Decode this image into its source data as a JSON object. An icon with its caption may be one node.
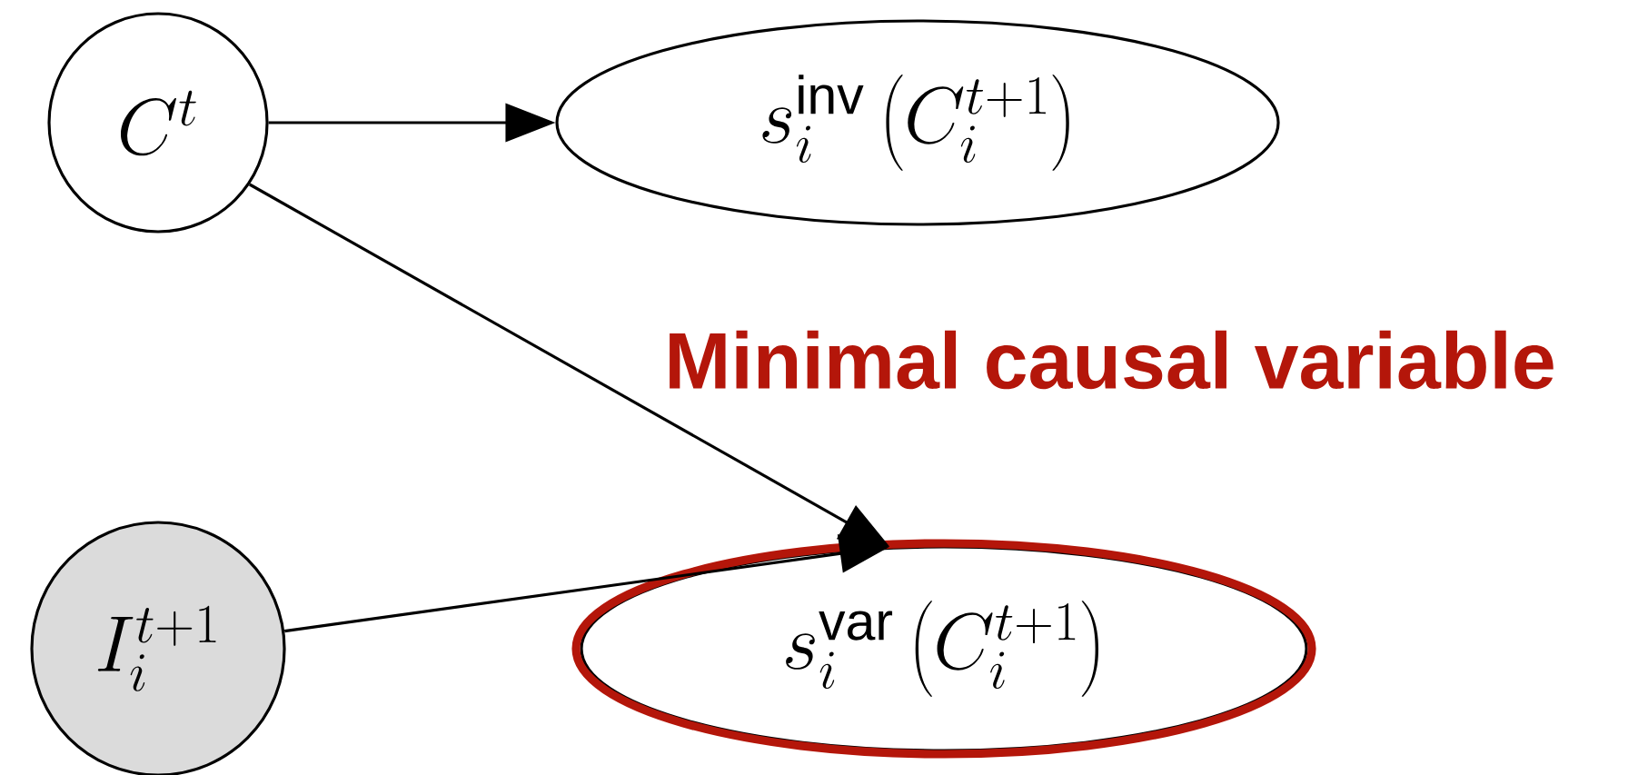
{
  "diagram": {
    "nodes": [
      {
        "text": [
          "C^t"
        ]
      },
      {
        "text": [
          "s_i^{\\mathrm{inv}}\\left(C_i^{t+1}\\right)"
        ]
      },
      {
        "text": [
          "I_i^{t+1}"
        ]
      },
      {
        "text": [
          "s_i^{\\mathrm{var}}\\left(C_i^{t+1}\\right)"
        ],
        "beside": [
          "Minimal causal variable"
        ]
      }
    ],
    "edges": [
      {
        "from": 0,
        "to": 1,
        "arrow": "to"
      },
      {
        "from": 0,
        "to": 3,
        "arrow": "to"
      },
      {
        "from": 2,
        "to": 3,
        "arrow": "to"
      }
    ]
  }
}
